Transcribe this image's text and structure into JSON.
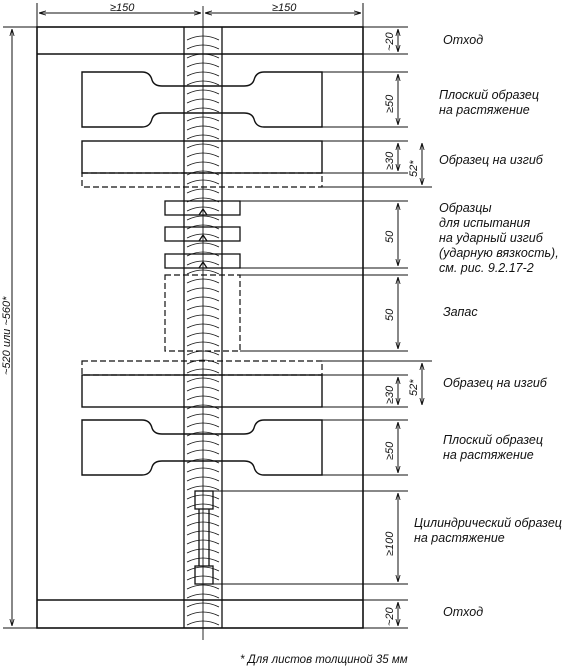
{
  "dimensions": {
    "width_left": "≥150",
    "width_right": "≥150",
    "total_height": "~520 или ~560*",
    "d_top_scrap": "~20",
    "d_flat_top": "≥50",
    "d_bend_top": "≥30",
    "d_bend_top_alt": "52*",
    "d_impact": "50",
    "d_reserve": "50",
    "d_bend_bottom": "≥30",
    "d_bend_bottom_alt": "52*",
    "d_flat_bottom": "≥50",
    "d_cylinder": "≥100",
    "d_bottom_scrap": "~20"
  },
  "labels": {
    "scrap_top": [
      "Отход"
    ],
    "flat_tension_top": [
      "Плоский образец",
      "на растяжение"
    ],
    "bend_top": [
      "Образец на изгиб"
    ],
    "impact": [
      "Образцы",
      "для испытания",
      "на ударный изгиб",
      "(ударную вязкость),",
      "см. рис. 9.2.17-2"
    ],
    "reserve": [
      "Запас"
    ],
    "bend_bottom": [
      "Образец на изгиб"
    ],
    "flat_tension_bottom": [
      "Плоский образец",
      "на растяжение"
    ],
    "cylinder": [
      "Цилиндрический образец",
      "на растяжение"
    ],
    "scrap_bottom": [
      "Отход"
    ]
  },
  "footnote": "* Для листов толщиной 35 мм"
}
